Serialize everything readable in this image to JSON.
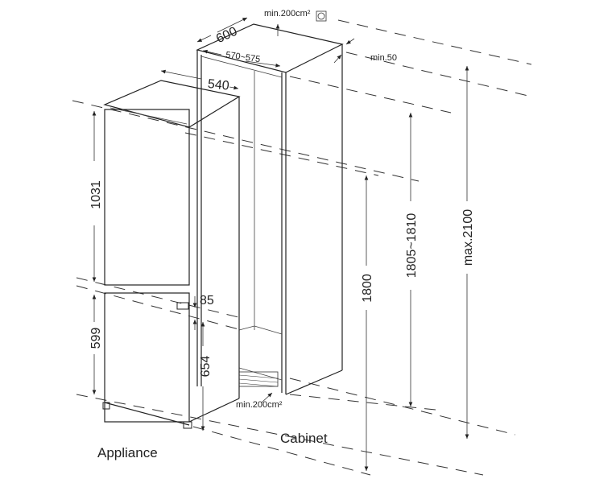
{
  "dimensions": {
    "cabinet_depth": "600",
    "top_vent": "min.200cm²",
    "cabinet_inner_width": "570~575",
    "rear_gap": "min.50",
    "appliance_width": "540",
    "upper_door": "1031",
    "lower_door": "599",
    "door_gap": "85",
    "lower_hinge_height": "654",
    "appliance_height": "1800",
    "niche_height": "1805~1810",
    "max_height": "max.2100",
    "bottom_vent": "min.200cm²"
  },
  "labels": {
    "appliance": "Appliance",
    "cabinet": "Cabinet"
  }
}
